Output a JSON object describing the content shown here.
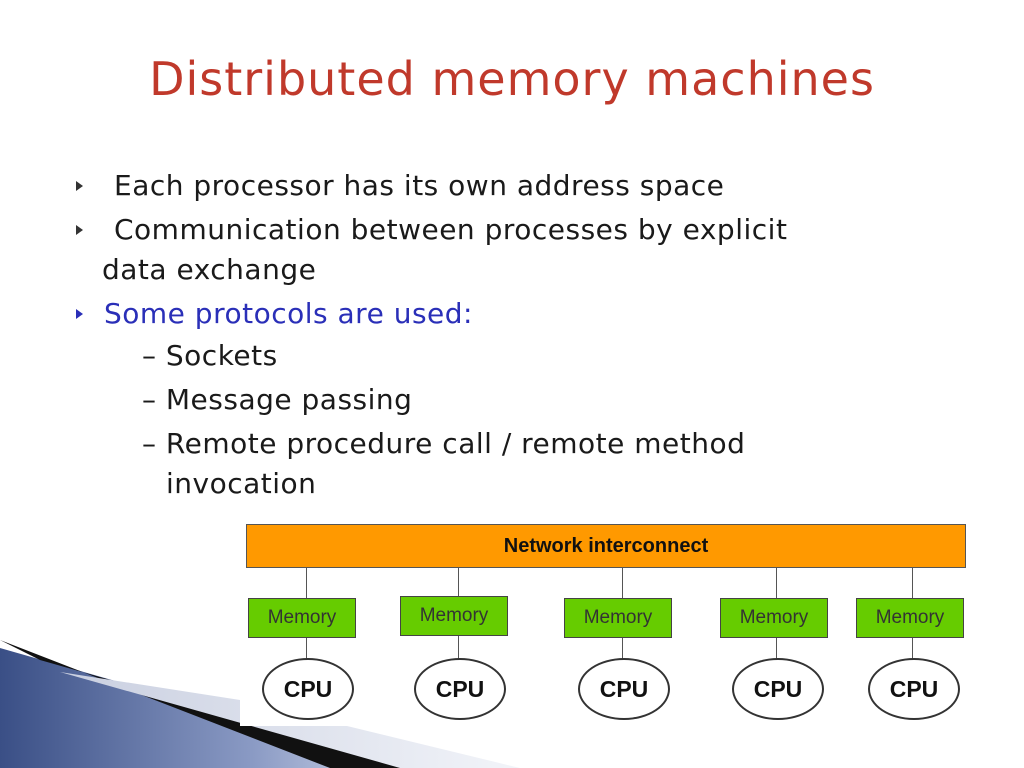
{
  "slide": {
    "title": "Distributed memory machines",
    "bullets": [
      {
        "text": "Each processor has its own address space"
      },
      {
        "text": "Communication between processes by explicit",
        "continuation": "data exchange"
      },
      {
        "text": "Some protocols are used:"
      }
    ],
    "sub_items": [
      {
        "text": "– Sockets"
      },
      {
        "text": "– Message passing"
      },
      {
        "text": "– Remote procedure call / remote method",
        "continuation": "invocation"
      }
    ]
  },
  "diagram": {
    "network_label": "Network interconnect",
    "nodes": [
      {
        "memory_label": "Memory",
        "cpu_label": "CPU"
      },
      {
        "memory_label": "Memory",
        "cpu_label": "CPU"
      },
      {
        "memory_label": "Memory",
        "cpu_label": "CPU"
      },
      {
        "memory_label": "Memory",
        "cpu_label": "CPU"
      },
      {
        "memory_label": "Memory",
        "cpu_label": "CPU"
      }
    ]
  },
  "colors": {
    "title": "#c0392b",
    "highlight_bullet": "#2a2fb8",
    "network_fill": "#ff9900",
    "memory_fill": "#66cc00"
  }
}
